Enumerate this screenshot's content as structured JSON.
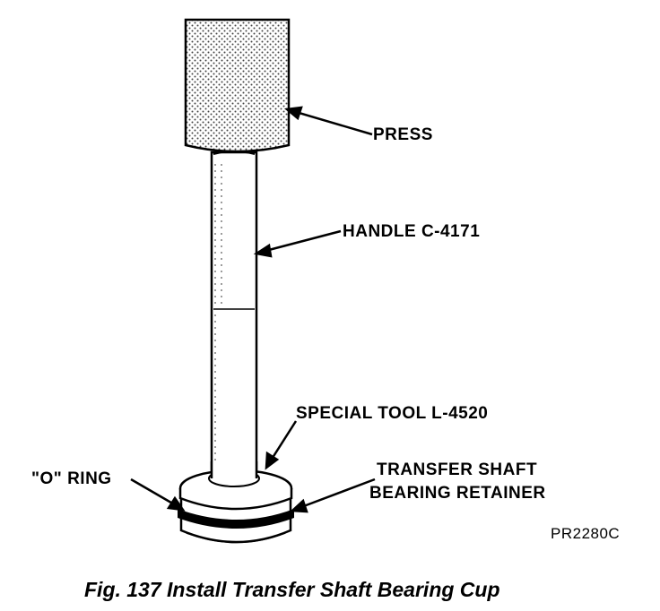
{
  "labels": {
    "press": "PRESS",
    "handle": "HANDLE C-4171",
    "special_tool": "SPECIAL TOOL L-4520",
    "o_ring": "\"O\" RING",
    "retainer_line1": "TRANSFER SHAFT",
    "retainer_line2": "BEARING RETAINER"
  },
  "figure_code": "PR2280C",
  "caption": "Fig. 137 Install Transfer Shaft Bearing Cup"
}
